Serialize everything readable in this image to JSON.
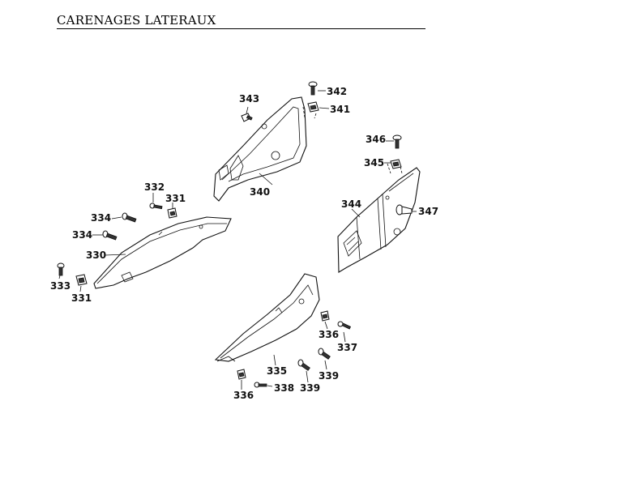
{
  "title": "CARENAGES LATERAUX",
  "callouts": {
    "c330": "330",
    "c331a": "331",
    "c331b": "331",
    "c332": "332",
    "c333": "333",
    "c334a": "334",
    "c334b": "334",
    "c335": "335",
    "c336a": "336",
    "c336b": "336",
    "c337": "337",
    "c338": "338",
    "c339a": "339",
    "c339b": "339",
    "c340": "340",
    "c341": "341",
    "c342": "342",
    "c343": "343",
    "c344": "344",
    "c345": "345",
    "c346": "346",
    "c347": "347"
  }
}
